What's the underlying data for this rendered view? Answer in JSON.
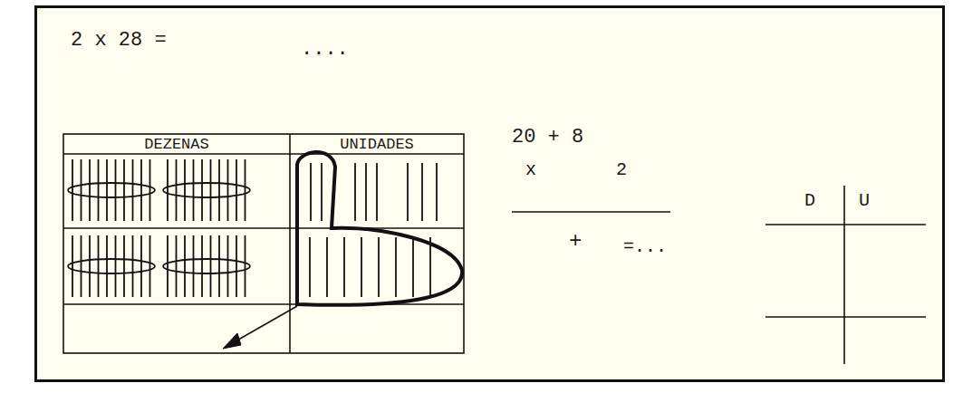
{
  "diagram": {
    "labels": [
      "2 x 28 =",
      "....",
      "DEZENAS",
      "UNIDADES",
      "20 + 8",
      "x",
      "2",
      "+",
      "=...",
      "D",
      "U"
    ]
  }
}
